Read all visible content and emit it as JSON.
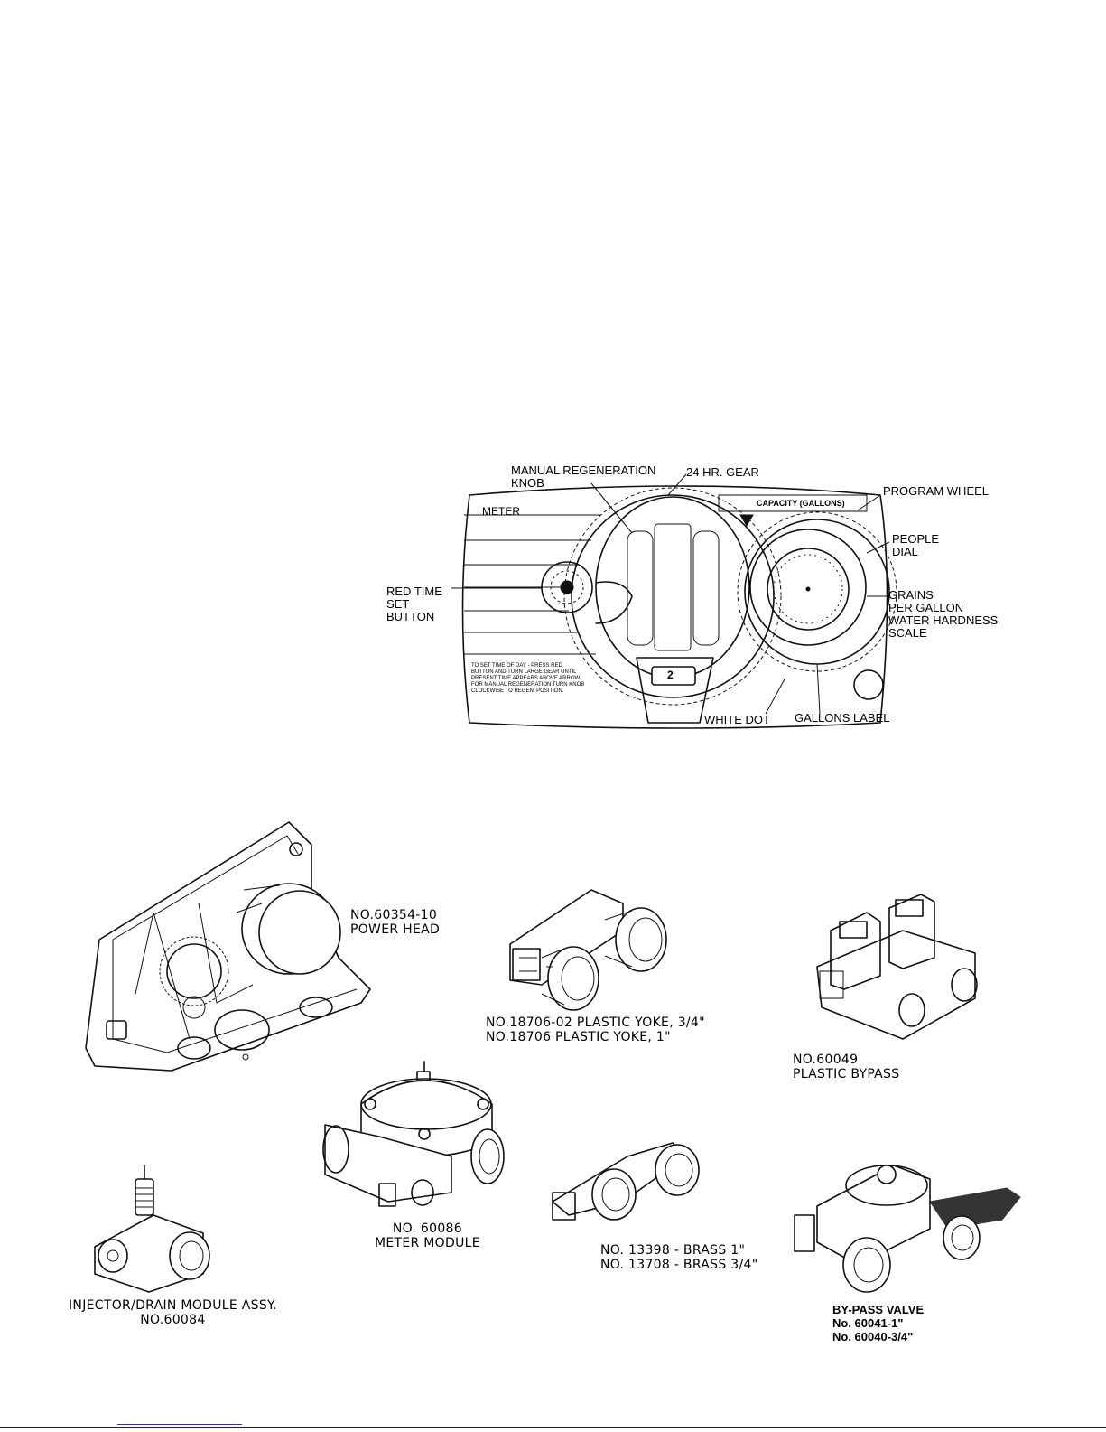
{
  "timer": {
    "labels": {
      "manual_regeneration": [
        "MANUAL REGENERATION",
        "KNOB"
      ],
      "gear_24hr": "24 HR. GEAR",
      "program_wheel": "PROGRAM WHEEL",
      "people_dial": [
        "PEOPLE",
        "DIAL"
      ],
      "grains": [
        "GRAINS",
        "PER GALLON",
        "WATER HARDNESS",
        "SCALE"
      ],
      "red_time": [
        "RED TIME",
        "SET",
        "BUTTON"
      ],
      "white_dot": "WHITE DOT",
      "gallons_label": "GALLONS LABEL"
    },
    "face": {
      "meter": "METER",
      "capacity": "CAPACITY (GALLONS)",
      "knob_number": "2",
      "instructions": [
        "TO SET TIME OF DAY - PRESS RED",
        "BUTTON AND TURN LARGE GEAR UNTIL",
        "PRESENT TIME APPEARS ABOVE ARROW.",
        "FOR MANUAL REGENERATION TURN KNOB",
        "CLOCKWISE TO REGEN. POSITION."
      ]
    }
  },
  "parts": {
    "power_head": [
      "NO.60354-10",
      "POWER HEAD"
    ],
    "plastic_yoke": [
      "NO.18706-02  PLASTIC  YOKE,  3/4\"",
      "NO.18706  PLASTIC  YOKE,  1\""
    ],
    "plastic_bypass": [
      "NO.60049",
      "PLASTIC  BYPASS"
    ],
    "meter_module": [
      "NO. 60086",
      "METER MODULE"
    ],
    "brass_yoke": [
      "NO. 13398 - BRASS 1\"",
      "NO. 13708 - BRASS 3/4\""
    ],
    "injector": [
      "INJECTOR/DRAIN  MODULE  ASSY.",
      "NO.60084"
    ],
    "bypass_valve": [
      "BY-PASS VALVE",
      "No. 60041-1\"",
      "No. 60040-3/4\""
    ]
  }
}
